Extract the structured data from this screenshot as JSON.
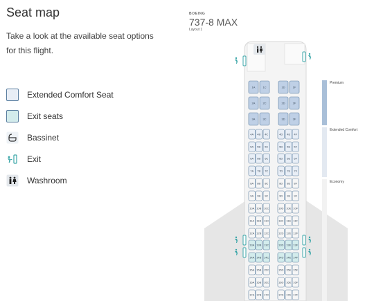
{
  "page": {
    "title": "Seat map",
    "description": "Take a look at the available seat options for this flight."
  },
  "legend": [
    {
      "label": "Extended Comfort Seat",
      "icon": "extended-comfort-seat-icon"
    },
    {
      "label": "Exit seats",
      "icon": "exit-seat-icon"
    },
    {
      "label": "Bassinet",
      "icon": "bassinet-icon"
    },
    {
      "label": "Exit",
      "icon": "exit-icon"
    },
    {
      "label": "Washroom",
      "icon": "washroom-icon"
    }
  ],
  "aircraft": {
    "manufacturer": "BOEING",
    "model": "737-8 MAX",
    "layout": "Layout 1"
  },
  "cabins": [
    {
      "name": "Premium"
    },
    {
      "name": "Extended Comfort"
    },
    {
      "name": "Economy"
    }
  ],
  "seat_rows": [
    {
      "row": 1,
      "cls": "premium",
      "seats": [
        "1A",
        "1C",
        "1D",
        "1F"
      ]
    },
    {
      "row": 2,
      "cls": "premium",
      "seats": [
        "2A",
        "2C",
        "2D",
        "2F"
      ]
    },
    {
      "row": 3,
      "cls": "premium",
      "seats": [
        "3A",
        "3C",
        "3D",
        "3F"
      ]
    },
    {
      "row": 4,
      "cls": "extended",
      "seats": [
        "4A",
        "4B",
        "4C",
        "4D",
        "4E",
        "4F"
      ]
    },
    {
      "row": 5,
      "cls": "extended",
      "seats": [
        "5A",
        "5B",
        "5C",
        "5D",
        "5E",
        "5F"
      ]
    },
    {
      "row": 6,
      "cls": "extended",
      "seats": [
        "6A",
        "6B",
        "6C",
        "6D",
        "6E",
        "6F"
      ]
    },
    {
      "row": 7,
      "cls": "extended",
      "seats": [
        "7A",
        "7B",
        "7C",
        "7D",
        "7E",
        "7F"
      ]
    },
    {
      "row": 8,
      "cls": "economy",
      "seats": [
        "8A",
        "8B",
        "8C",
        "8D",
        "8E",
        "8F"
      ]
    },
    {
      "row": 9,
      "cls": "economy",
      "seats": [
        "9A",
        "9B",
        "9C",
        "9D",
        "9E",
        "9F"
      ]
    },
    {
      "row": 10,
      "cls": "economy",
      "seats": [
        "10A",
        "10B",
        "10C",
        "10D",
        "10E",
        "10F"
      ]
    },
    {
      "row": 11,
      "cls": "economy",
      "seats": [
        "11A",
        "11B",
        "11C",
        "11D",
        "11E",
        "11F"
      ]
    },
    {
      "row": 12,
      "cls": "economy",
      "seats": [
        "12A",
        "12B",
        "12C",
        "12D",
        "12E",
        "12F"
      ]
    },
    {
      "row": 13,
      "cls": "exit",
      "seats": [
        "13A",
        "13B",
        "13C",
        "13D",
        "13E",
        "13F"
      ]
    },
    {
      "row": 14,
      "cls": "exit",
      "seats": [
        "14A",
        "14B",
        "14C",
        "14D",
        "14E",
        "14F"
      ]
    },
    {
      "row": 15,
      "cls": "economy",
      "seats": [
        "15A",
        "15B",
        "15C",
        "15D",
        "15E",
        "15F"
      ]
    },
    {
      "row": 16,
      "cls": "economy",
      "seats": [
        "16A",
        "16B",
        "16C",
        "16D",
        "16E",
        "16F"
      ]
    },
    {
      "row": 17,
      "cls": "economy",
      "seats": [
        "17A",
        "17B",
        "17C",
        "17D",
        "17E",
        "17F"
      ]
    }
  ],
  "colors": {
    "premium_fill": "#bfd0e6",
    "extended_fill": "#e8eef6",
    "exit_fill": "#d3ecec",
    "economy_fill": "#f6f6f6",
    "seat_border": "#5a7ea0",
    "fuselage": "#f4f4f4",
    "wing": "#e6e6e6",
    "exit_mark": "#3aa6a8",
    "premium_bar": "#a9bfd8",
    "extended_bar": "#e3e9f1",
    "economy_bar": "#f2f2f2"
  }
}
